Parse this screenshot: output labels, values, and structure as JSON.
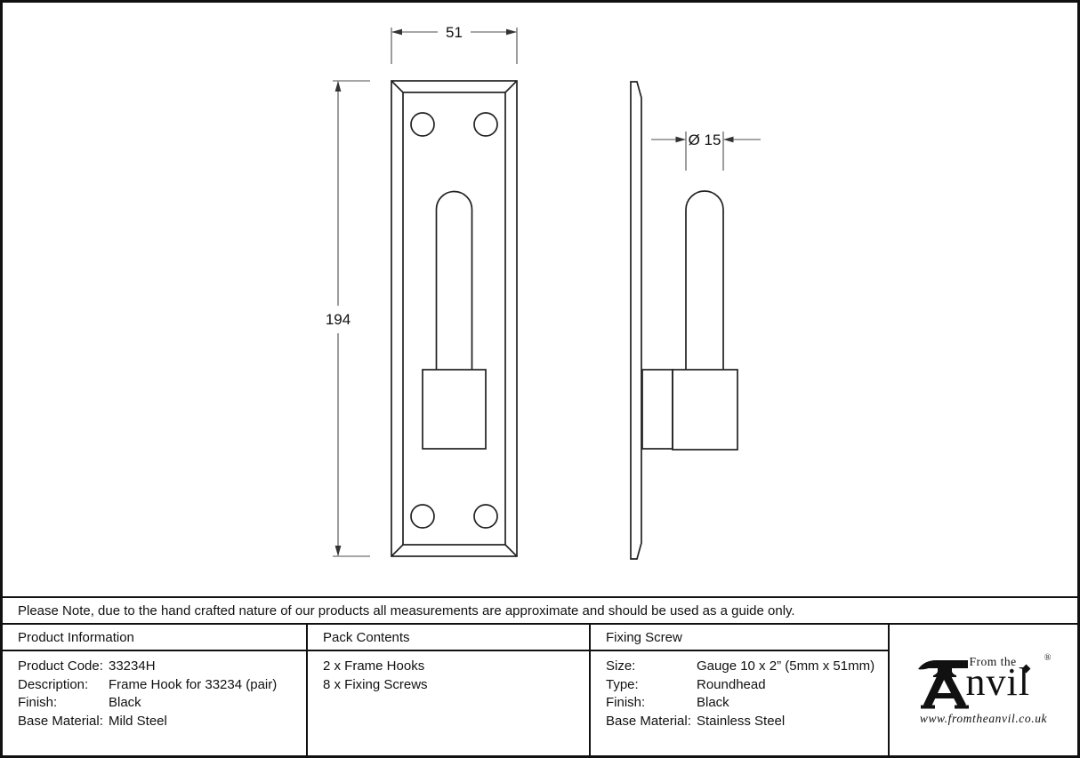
{
  "drawing": {
    "width_label": "51",
    "height_label": "194",
    "diameter_label": "Ø 15"
  },
  "note": {
    "text": "Please Note, due to the hand crafted nature of our products all measurements are approximate and should be used as a guide only."
  },
  "table": {
    "product_info": {
      "header": "Product Information",
      "rows": [
        {
          "label": "Product Code:",
          "value": "33234H"
        },
        {
          "label": "Description:",
          "value": "Frame Hook for 33234 (pair)"
        },
        {
          "label": "Finish:",
          "value": "Black"
        },
        {
          "label": "Base Material:",
          "value": "Mild Steel"
        }
      ]
    },
    "pack_contents": {
      "header": "Pack Contents",
      "lines": [
        "2 x Frame Hooks",
        "8 x Fixing Screws"
      ]
    },
    "fixing_screw": {
      "header": "Fixing Screw",
      "rows": [
        {
          "label": "Size:",
          "value": "Gauge 10 x 2” (5mm x 51mm)"
        },
        {
          "label": "Type:",
          "value": "Roundhead"
        },
        {
          "label": "Finish:",
          "value": "Black"
        },
        {
          "label": "Base Material:",
          "value": "Stainless Steel"
        }
      ]
    }
  },
  "logo": {
    "prefix": "From the",
    "name_rest": "nvil",
    "registered": "®",
    "website": "www.fromtheanvil.co.uk"
  },
  "colors": {
    "object_line": "#222222",
    "dim_line": "#4d4d4d"
  }
}
